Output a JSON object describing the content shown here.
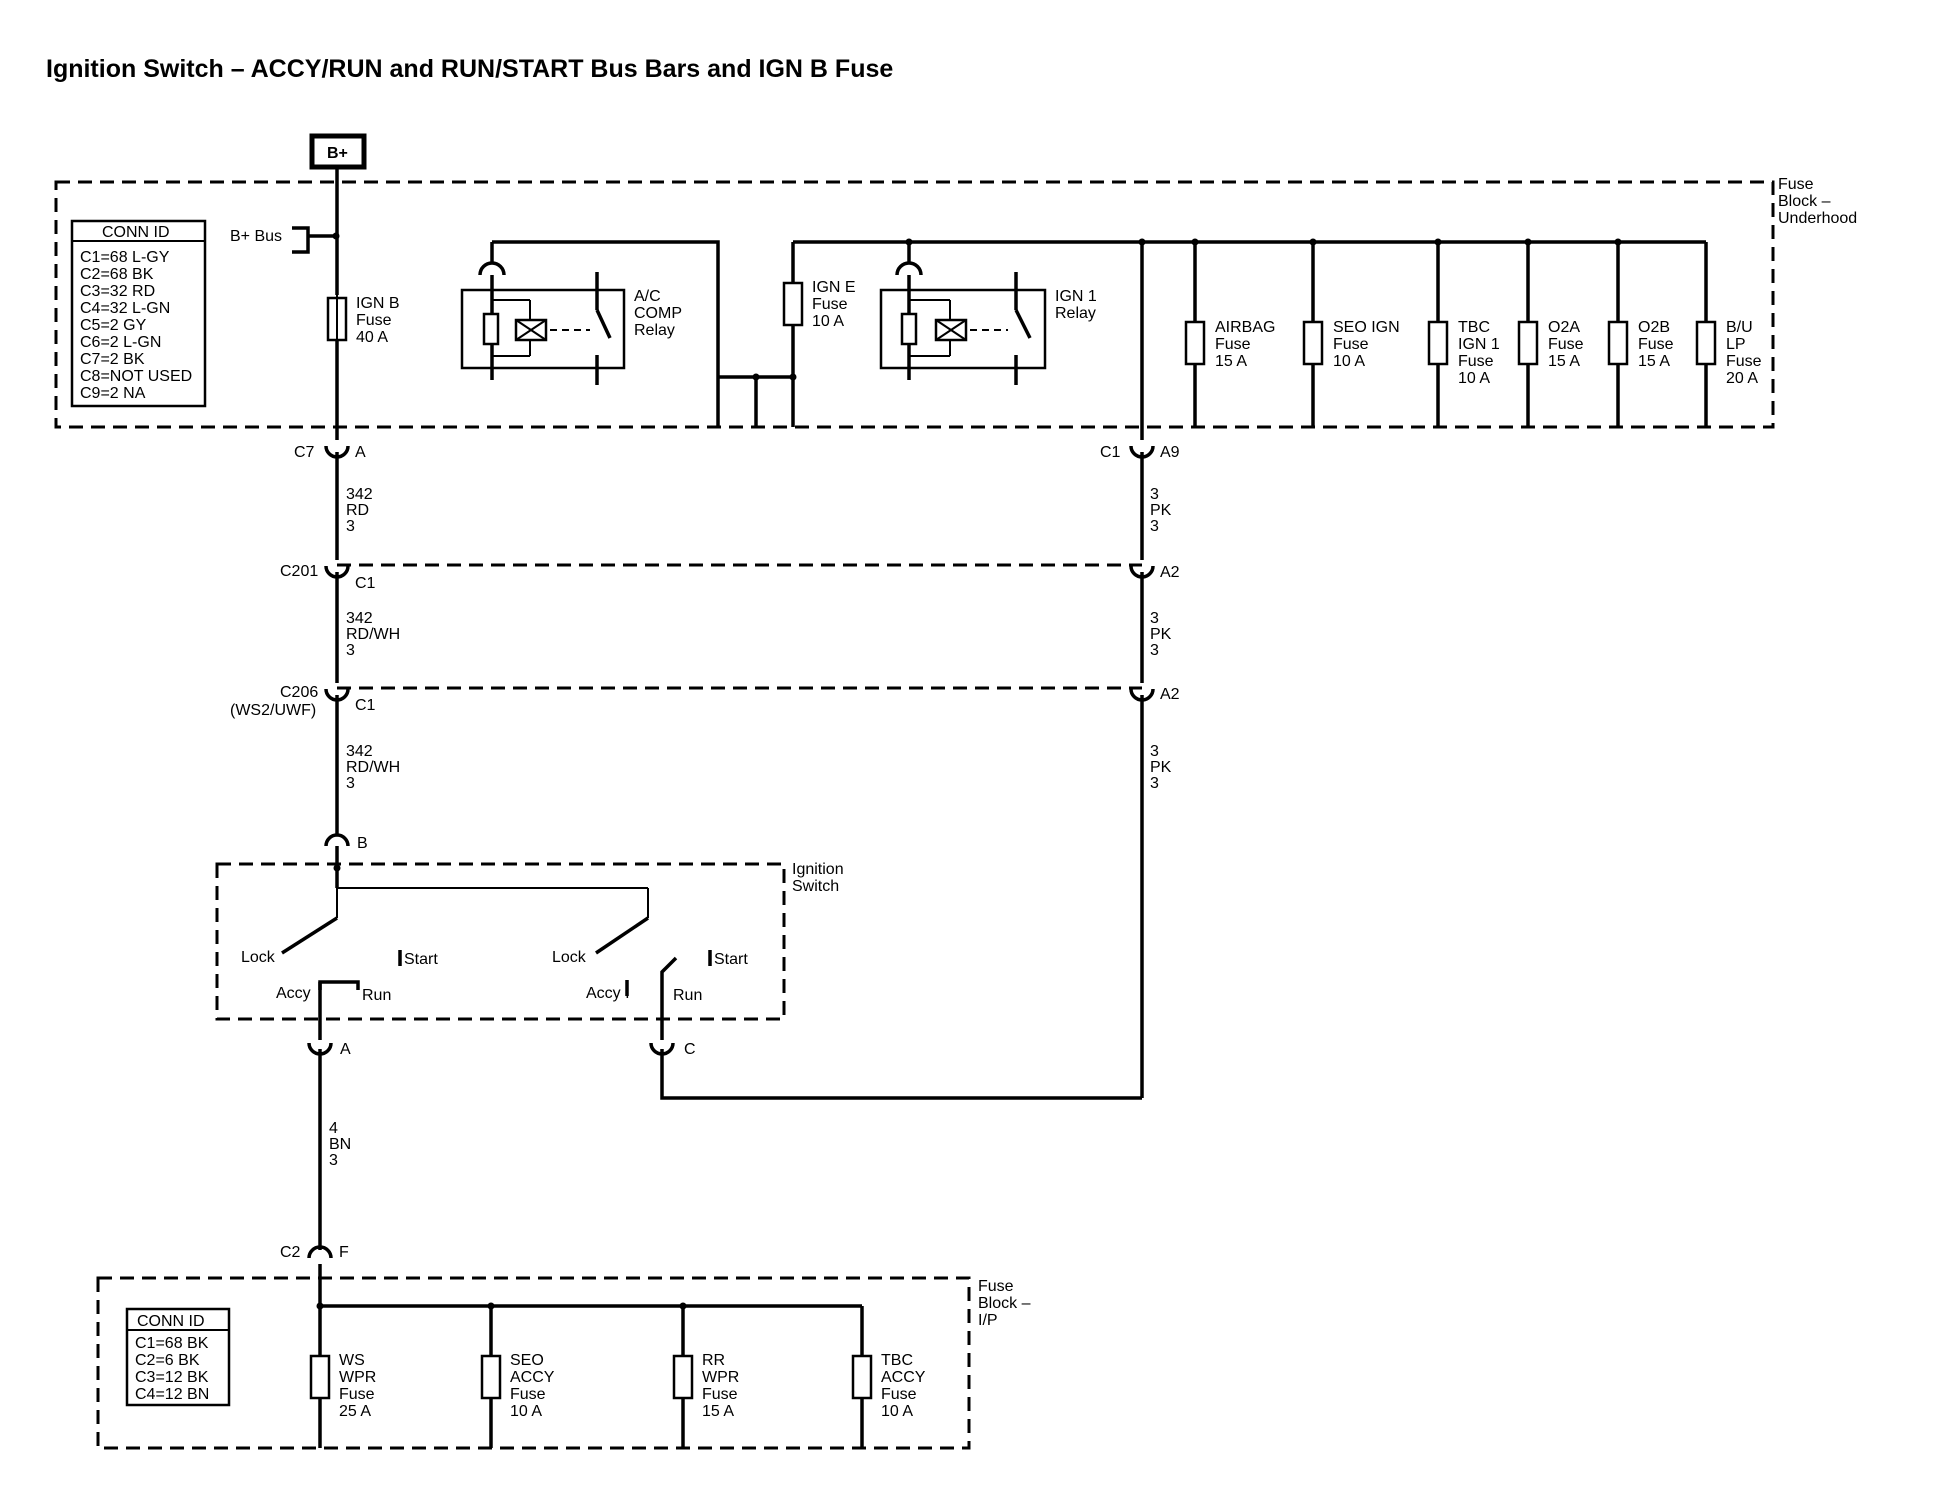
{
  "title": "Ignition Switch – ACCY/RUN and RUN/START Bus Bars and IGN B Fuse",
  "power": {
    "label": "B+",
    "bus_label": "B+ Bus"
  },
  "underhood_block": {
    "label": [
      "Fuse",
      "Block –",
      "Underhood"
    ],
    "conn_title": "CONN ID",
    "conn_rows": [
      "C1=68 L-GY",
      "C2=68 BK",
      "C3=32 RD",
      "C4=32 L-GN",
      "C5=2 GY",
      "C6=2 L-GN",
      "C7=2 BK",
      "C8=NOT USED",
      "C9=2 NA"
    ],
    "ign_b_fuse": [
      "IGN B",
      "Fuse",
      "40 A"
    ],
    "ign_e_fuse": [
      "IGN E",
      "Fuse",
      "10 A"
    ],
    "ac_relay": [
      "A/C",
      "COMP",
      "Relay"
    ],
    "ign1_relay": [
      "IGN 1",
      "Relay"
    ],
    "fuses": [
      [
        "AIRBAG",
        "Fuse",
        "15 A"
      ],
      [
        "SEO IGN",
        "Fuse",
        "10 A"
      ],
      [
        "TBC",
        "IGN 1",
        "Fuse",
        "10 A"
      ],
      [
        "O2A",
        "Fuse",
        "15 A"
      ],
      [
        "O2B",
        "Fuse",
        "15 A"
      ],
      [
        "B/U",
        "LP",
        "Fuse",
        "20 A"
      ]
    ]
  },
  "connectors": {
    "c7": "C7",
    "c7_pin": "A",
    "c1": "C1",
    "c1_pin": "A9",
    "c201": "C201",
    "c201_pin_left": "C1",
    "c201_pin_right": "A2",
    "c206": "C206",
    "c206_sub": "(WS2/UWF)",
    "c206_pin_left": "C1",
    "c206_pin_right": "A2",
    "sw_b": "B",
    "sw_a": "A",
    "sw_c": "C",
    "c2": "C2",
    "c2_pin": "F"
  },
  "wires": {
    "w342_a": [
      "342",
      "RD",
      "3"
    ],
    "w342_b": [
      "342",
      "RD/WH",
      "3"
    ],
    "w342_c": [
      "342",
      "RD/WH",
      "3"
    ],
    "w3_a": [
      "3",
      "PK",
      "3"
    ],
    "w3_b": [
      "3",
      "PK",
      "3"
    ],
    "w3_c": [
      "3",
      "PK",
      "3"
    ],
    "w4": [
      "4",
      "BN",
      "3"
    ]
  },
  "ignition_switch": {
    "label": [
      "Ignition",
      "Switch"
    ],
    "lock1": "Lock",
    "start1": "Start",
    "accy1": "Accy",
    "run1": "Run",
    "lock2": "Lock",
    "accy2": "Accy I",
    "start2": "Start",
    "run2": "Run"
  },
  "ip_block": {
    "label": [
      "Fuse",
      "Block –",
      "I/P"
    ],
    "conn_title": "CONN ID",
    "conn_rows": [
      "C1=68 BK",
      "C2=6 BK",
      "C3=12 BK",
      "C4=12 BN"
    ],
    "fuses": [
      [
        "WS",
        "WPR",
        "Fuse",
        "25 A"
      ],
      [
        "SEO",
        "ACCY",
        "Fuse",
        "10 A"
      ],
      [
        "RR",
        "WPR",
        "Fuse",
        "15 A"
      ],
      [
        "TBC",
        "ACCY",
        "Fuse",
        "10 A"
      ]
    ]
  }
}
